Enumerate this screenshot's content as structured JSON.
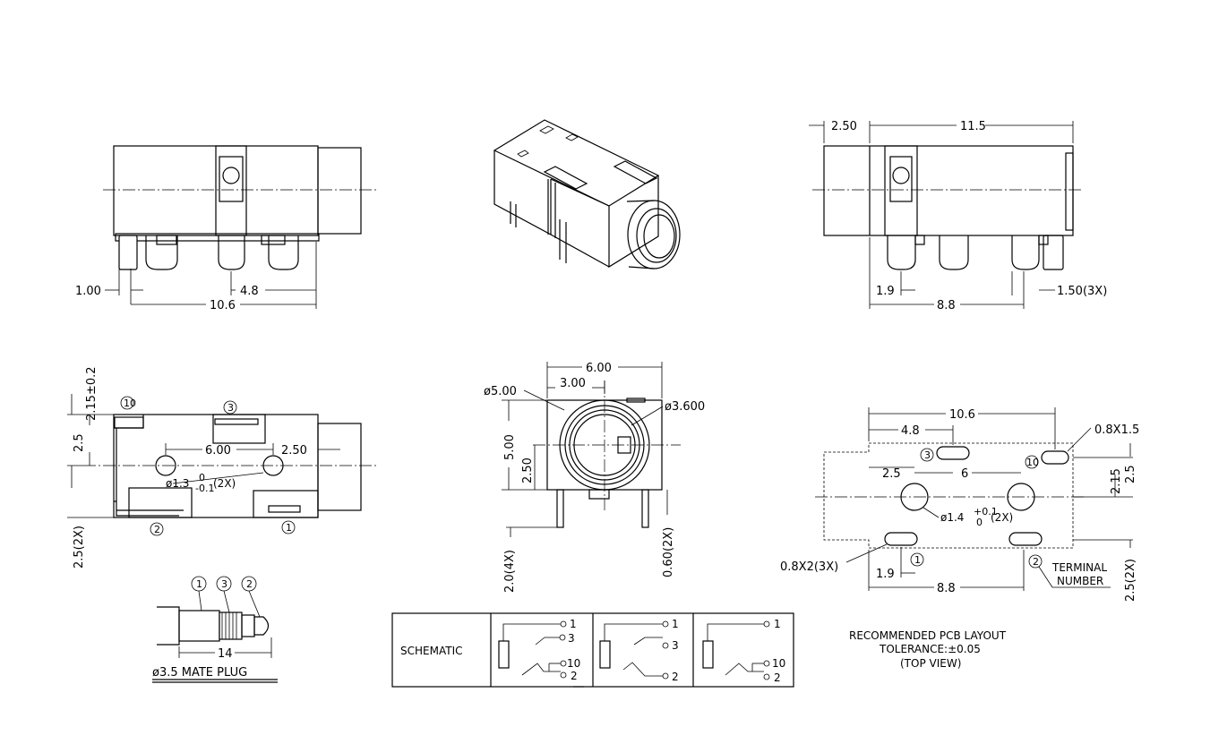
{
  "views": {
    "front_left": {
      "dims": {
        "offset": "1.00",
        "pin_span": "4.8",
        "length": "10.6"
      }
    },
    "side_right": {
      "dims": {
        "top_offset": "2.50",
        "top_length": "11.5",
        "pin_offset": "1.9",
        "pin_span": "8.8",
        "pin_width": "1.50(3X)"
      }
    },
    "top_left": {
      "dims": {
        "top_gap": "2.15±0.2",
        "height": "2.5",
        "lower_height": "2.5(2X)",
        "hole_span": "6.00",
        "hole_offset": "2.50",
        "hole_dia": "ø1.3",
        "tol_upper": "0",
        "tol_lower": "-0.1",
        "hole_count": "(2X)"
      },
      "terminals": [
        "10",
        "3",
        "2",
        "1"
      ]
    },
    "front_center": {
      "dims": {
        "width": "6.00",
        "half_width": "3.00",
        "outer_dia": "ø5.00",
        "inner_dia": "ø3.600",
        "height": "5.00",
        "center_height": "2.50",
        "pin_depth": "2.0(4X)",
        "pin_thickness": "0.60(2X)"
      }
    },
    "pcb_layout": {
      "dims": {
        "length": "10.6",
        "pad3_offset": "4.8",
        "pad_size": "0.8X1.5",
        "hole_offset": "2.5",
        "hole_span": "6",
        "height_a": "2.15",
        "height_b": "2.5",
        "hole_dia": "ø1.4",
        "tol_upper": "+0.1",
        "tol_lower": "0",
        "hole_count": "(2X)",
        "slot_size": "0.8X2(3X)",
        "pad1_offset": "1.9",
        "pad_span": "8.8",
        "lower_height": "2.5(2X)"
      },
      "terminals": [
        "3",
        "10",
        "1",
        "2"
      ],
      "terminal_label": [
        "TERMINAL",
        "NUMBER"
      ],
      "notes": [
        "RECOMMENDED PCB LAYOUT",
        "TOLERANCE:±0.05",
        "(TOP VIEW)"
      ]
    },
    "mate_plug": {
      "rings": [
        "1",
        "3",
        "2"
      ],
      "length": "14",
      "title": "ø3.5 MATE PLUG"
    }
  },
  "schematic": {
    "label": "SCHEMATIC",
    "cells": [
      {
        "pins": [
          "1",
          "3",
          "10",
          "2"
        ]
      },
      {
        "pins": [
          "1",
          "3",
          "2"
        ]
      },
      {
        "pins": [
          "1",
          "10",
          "2"
        ]
      }
    ]
  }
}
